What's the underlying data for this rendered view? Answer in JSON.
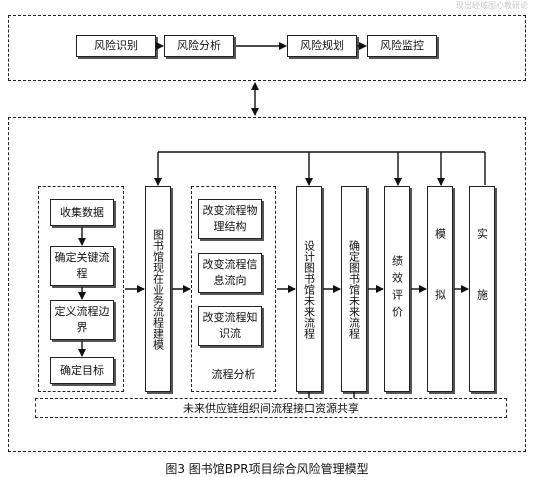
{
  "watermark": "现出经域图心教研论",
  "top_flow": {
    "steps": [
      "风险识别",
      "风险分析",
      "风险规划",
      "风险监控"
    ]
  },
  "left_group": {
    "steps": [
      "收集数据",
      "确定关键流程",
      "定义流程边界",
      "确定目标"
    ]
  },
  "current_model": "图书馆现在业务流程建模",
  "process_analysis": {
    "items": [
      "改变流程物理结构",
      "改变流程信息流向",
      "改变流程知识流"
    ],
    "label": "流程分析"
  },
  "future_design": "设计图书馆未来流程",
  "future_confirm": "确定图书馆未来流程",
  "evaluation": "绩效评价",
  "simulation": "模拟",
  "implementation": "实施",
  "shared_interface": "未来供应链组织间流程接口资源共享",
  "caption": "图3  图书馆BPR项目综合风险管理模型"
}
